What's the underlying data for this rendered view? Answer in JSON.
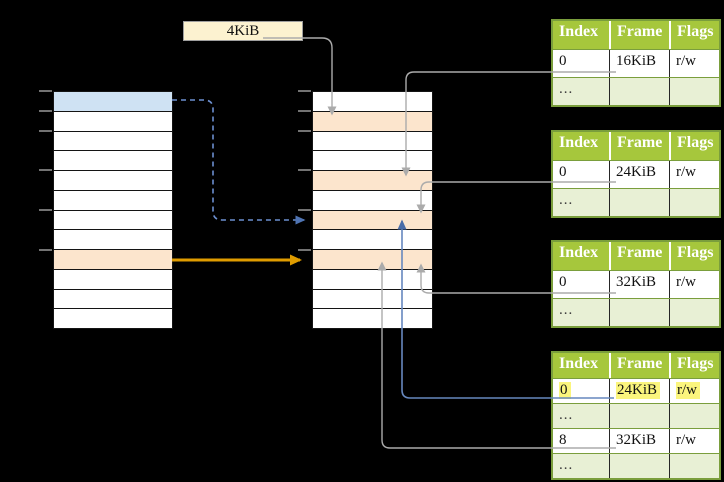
{
  "page_size_label": {
    "text": "4KiB"
  },
  "columns": {
    "left": {
      "row_count": 12,
      "highlighted_cells": [
        {
          "row": 0,
          "color": "#CFE2F3"
        },
        {
          "row": 8,
          "color": "#FCE5CD"
        }
      ],
      "tick_rows": [
        0,
        1,
        2,
        4,
        6,
        8
      ]
    },
    "middle": {
      "row_count": 12,
      "highlighted_cells": [
        {
          "row": 1,
          "color": "#FCE5CD"
        },
        {
          "row": 4,
          "color": "#FCE5CD"
        },
        {
          "row": 6,
          "color": "#FCE5CD"
        },
        {
          "row": 8,
          "color": "#FCE5CD"
        }
      ],
      "tick_rows": [
        0,
        1,
        2,
        4,
        6,
        8
      ]
    }
  },
  "tables": [
    {
      "headers": [
        "Index",
        "Frame",
        "Flags"
      ],
      "rows": [
        {
          "cells": [
            "0",
            "16KiB",
            "r/w"
          ],
          "ellipsis": false,
          "highlight": false
        },
        {
          "cells": [
            "...",
            "",
            ""
          ],
          "ellipsis": true,
          "highlight": false
        }
      ]
    },
    {
      "headers": [
        "Index",
        "Frame",
        "Flags"
      ],
      "rows": [
        {
          "cells": [
            "0",
            "24KiB",
            "r/w"
          ],
          "ellipsis": false,
          "highlight": false
        },
        {
          "cells": [
            "...",
            "",
            ""
          ],
          "ellipsis": true,
          "highlight": false
        }
      ]
    },
    {
      "headers": [
        "Index",
        "Frame",
        "Flags"
      ],
      "rows": [
        {
          "cells": [
            "0",
            "32KiB",
            "r/w"
          ],
          "ellipsis": false,
          "highlight": false
        },
        {
          "cells": [
            "...",
            "",
            ""
          ],
          "ellipsis": true,
          "highlight": false
        }
      ]
    },
    {
      "headers": [
        "Index",
        "Frame",
        "Flags"
      ],
      "rows": [
        {
          "cells": [
            "0",
            "24KiB",
            "r/w"
          ],
          "ellipsis": false,
          "highlight": true
        },
        {
          "cells": [
            "...",
            "",
            ""
          ],
          "ellipsis": true,
          "highlight": false
        },
        {
          "cells": [
            "8",
            "32KiB",
            "r/w"
          ],
          "ellipsis": false,
          "highlight": false
        },
        {
          "cells": [
            "...",
            "",
            ""
          ],
          "ellipsis": true,
          "highlight": false
        }
      ]
    }
  ],
  "arrows": [
    {
      "id": "arrow-4kib-to-middle-row2",
      "color": "#ABABAB",
      "style": "solid"
    },
    {
      "id": "arrow-left-row1-to-middle-row7",
      "color": "#6C8FD0",
      "style": "dashed"
    },
    {
      "id": "arrow-left-row9-to-middle-row9",
      "color": "#DF9C00",
      "style": "solid"
    },
    {
      "id": "arrow-table1-to-middle-row5",
      "color": "#ABABAB",
      "style": "solid"
    },
    {
      "id": "arrow-table2-to-middle-row7",
      "color": "#ABABAB",
      "style": "solid"
    },
    {
      "id": "arrow-table3-to-middle-row9",
      "color": "#ABABAB",
      "style": "solid"
    },
    {
      "id": "arrow-table4-row1-to-middle-row7",
      "color": "#6687BE",
      "style": "solid"
    },
    {
      "id": "arrow-table4-row3-to-middle-row9",
      "color": "#ABABAB",
      "style": "solid"
    }
  ],
  "colors": {
    "background": "#000000",
    "cell_blue": "#CFE2F3",
    "cell_orange": "#FCE5CD",
    "label_box": "#FCF2D0",
    "table_header_green": "#A6C73C",
    "table_row_pale_green": "#E8F0D5",
    "table_border_green": "#7A9E3C",
    "highlight_yellow": "#FBF57D",
    "line_gray": "#ABABAB",
    "line_blue": "#6687BE",
    "line_orange": "#DF9C00"
  }
}
